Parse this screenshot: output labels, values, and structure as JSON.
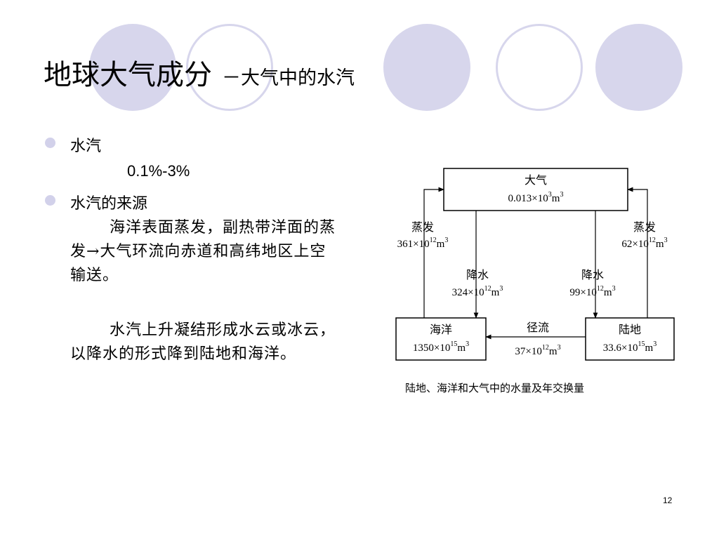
{
  "slide": {
    "title": "地球大气成分",
    "subtitle": "－大气中的水汽",
    "page_number": "12"
  },
  "content": {
    "bullet1": "水汽",
    "percent": "0.1%-3%",
    "bullet2": "水汽的来源",
    "para1": "海洋表面蒸发，副热带洋面的蒸发→大气环流向赤道和高纬地区上空输送。",
    "para2": "水汽上升凝结形成水云或冰云，以降水的形式降到陆地和海洋。"
  },
  "diagram": {
    "atmosphere": {
      "label": "大气",
      "value": "0.013×10",
      "exp": "3",
      "unit": "m",
      "unit_exp": "3"
    },
    "ocean": {
      "label": "海洋",
      "value": "1350×10",
      "exp": "15",
      "unit": "m",
      "unit_exp": "3"
    },
    "land": {
      "label": "陆地",
      "value": "33.6×10",
      "exp": "15",
      "unit": "m",
      "unit_exp": "3"
    },
    "evap_ocean": {
      "label": "蒸发",
      "value": "361×10",
      "exp": "12",
      "unit": "m",
      "unit_exp": "3"
    },
    "evap_land": {
      "label": "蒸发",
      "value": "62×10",
      "exp": "12",
      "unit": "m",
      "unit_exp": "3"
    },
    "precip_ocean": {
      "label": "降水",
      "value": "324×10",
      "exp": "12",
      "unit": "m",
      "unit_exp": "3"
    },
    "precip_land": {
      "label": "降水",
      "value": "99×10",
      "exp": "12",
      "unit": "m",
      "unit_exp": "3"
    },
    "runoff": {
      "label": "径流",
      "value": "37×10",
      "exp": "12",
      "unit": "m",
      "unit_exp": "3"
    },
    "caption": "陆地、海洋和大气中的水量及年交换量"
  },
  "decor": {
    "circle_color": "#d7d6ec",
    "circles": [
      "filled",
      "ring",
      "filled",
      "ring",
      "filled"
    ]
  }
}
